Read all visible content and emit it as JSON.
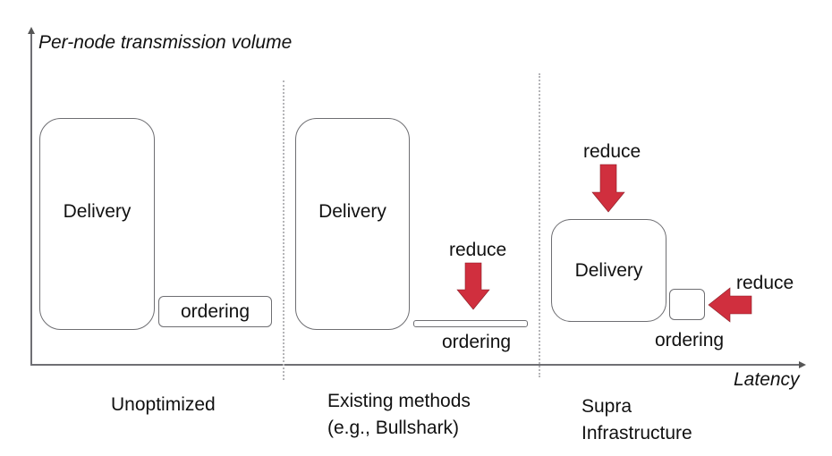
{
  "axes": {
    "y_label": "Per-node transmission volume",
    "x_label": "Latency"
  },
  "colors": {
    "arrow": "#d02f3e",
    "box_border": "#6e6e72",
    "axis": "#6f6f74",
    "divider": "#b5b5b8"
  },
  "panels": [
    {
      "category": [
        "Unoptimized"
      ],
      "delivery_label": "Delivery",
      "ordering_label": "ordering"
    },
    {
      "category": [
        "Existing methods",
        "(e.g., Bullshark)"
      ],
      "delivery_label": "Delivery",
      "ordering_label": "ordering",
      "reduce_label": "reduce"
    },
    {
      "category": [
        "Supra",
        "Infrastructure"
      ],
      "delivery_label": "Delivery",
      "ordering_label": "ordering",
      "reduce_delivery_label": "reduce",
      "reduce_ordering_label": "reduce"
    }
  ]
}
